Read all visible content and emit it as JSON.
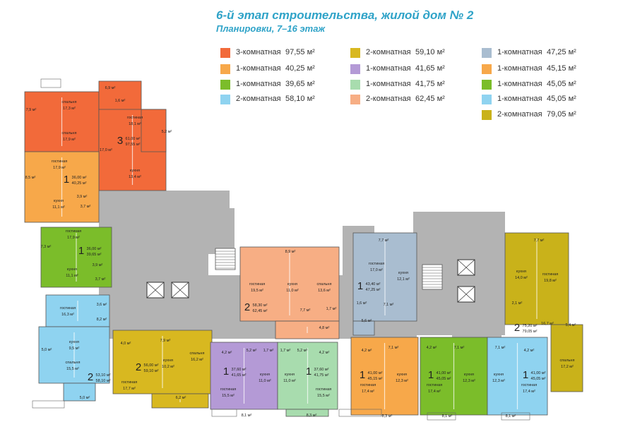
{
  "header": {
    "title": "6-й этап строительства, жилой дом № 2",
    "subtitle": "Планировки, 7–16 этаж"
  },
  "legend": [
    {
      "rooms": "3-комнатная",
      "area": "97,55 м²",
      "color": "#f26a3a"
    },
    {
      "rooms": "1-комнатная",
      "area": "40,25 м²",
      "color": "#f7a84a"
    },
    {
      "rooms": "1-комнатная",
      "area": "39,65 м²",
      "color": "#7bbd2a"
    },
    {
      "rooms": "2-комнатная",
      "area": "58,10 м²",
      "color": "#8fd3f0"
    },
    {
      "rooms": "2-комнатная",
      "area": "59,10 м²",
      "color": "#d8b820"
    },
    {
      "rooms": "1-комнатная",
      "area": "41,65 м²",
      "color": "#b49ad6"
    },
    {
      "rooms": "1-комнатная",
      "area": "41,75 м²",
      "color": "#a8dcae"
    },
    {
      "rooms": "2-комнатная",
      "area": "62,45 м²",
      "color": "#f7ae84"
    },
    {
      "rooms": "1-комнатная",
      "area": "47,25 м²",
      "color": "#a9bdd0"
    },
    {
      "rooms": "1-комнатная",
      "area": "45,15 м²",
      "color": "#f7a84a"
    },
    {
      "rooms": "1-комнатная",
      "area": "45,05 м²",
      "color": "#7bbd2a"
    },
    {
      "rooms": "1-комнатная",
      "area": "45,05 м²",
      "color": "#8fd3f0"
    },
    {
      "rooms": "2-комнатная",
      "area": "79,05 м²",
      "color": "#c9b21a"
    }
  ],
  "plan": {
    "common_color": "#b3b3b3",
    "apartments": [
      {
        "id": "a3-97",
        "color": "#f26a3a",
        "rooms_count": "3",
        "living": "61,00 м²",
        "total": "97,55 м²",
        "labels": [
          "6,9 м²",
          "1,6 м²",
          "7,9 м²",
          "спальня",
          "17,3 м²",
          "гостиная",
          "18,1 м²",
          "спальня",
          "17,9 м²",
          "5,2 м²",
          "17,0 м²",
          "кухня",
          "13,4 м²"
        ]
      },
      {
        "id": "a1-40",
        "color": "#f7a84a",
        "rooms_count": "1",
        "living": "36,00 м²",
        "total": "40,25 м²",
        "labels": [
          "гостиная",
          "17,9 м²",
          "8,5 м²",
          "кухня",
          "11,1 м²",
          "3,9 м²",
          "3,7 м²"
        ]
      },
      {
        "id": "a1-39",
        "color": "#7bbd2a",
        "rooms_count": "1",
        "living": "36,00 м²",
        "total": "39,65 м²",
        "labels": [
          "гостиная",
          "17,9 м²",
          "7,3 м²",
          "кухня",
          "11,1 м²",
          "3,9 м²",
          "3,7 м²"
        ]
      },
      {
        "id": "a2-58",
        "color": "#8fd3f0",
        "rooms_count": "2",
        "living": "53,10 м²",
        "total": "58,10 м²",
        "labels": [
          "гостиная",
          "16,3 м²",
          "3,6 м²",
          "8,2 м²",
          "кухня",
          "9,5 м²",
          "5,0 м²",
          "спальня",
          "15,5 м²",
          "5,0 м²"
        ]
      },
      {
        "id": "a2-59",
        "color": "#d8b820",
        "rooms_count": "2",
        "living": "56,00 м²",
        "total": "59,10 м²",
        "labels": [
          "4,0 м²",
          "7,9 м²",
          "кухня",
          "10,2 м²",
          "спальня",
          "16,2 м²",
          "гостиная",
          "17,7 м²",
          "6,2 м²"
        ]
      },
      {
        "id": "a1-41-65",
        "color": "#b49ad6",
        "rooms_count": "1",
        "living": "37,60 м²",
        "total": "41,65 м²",
        "labels": [
          "4,2 м²",
          "5,2 м²",
          "1,7 м²",
          "кухня",
          "11,0 м²",
          "гостиная",
          "15,5 м²",
          "8,1 м²"
        ]
      },
      {
        "id": "a1-41-75",
        "color": "#a8dcae",
        "rooms_count": "1",
        "living": "37,60 м²",
        "total": "41,75 м²",
        "labels": [
          "1,7 м²",
          "5,2 м²",
          "4,2 м²",
          "кухня",
          "11,0 м²",
          "гостиная",
          "15,5 м²",
          "8,3 м²"
        ]
      },
      {
        "id": "a2-62",
        "color": "#f7ae84",
        "rooms_count": "2",
        "living": "58,30 м²",
        "total": "62,45 м²",
        "labels": [
          "8,9 м²",
          "гостиная",
          "19,5 м²",
          "кухня",
          "11,0 м²",
          "спальня",
          "13,6 м²",
          "7,7 м²",
          "1,7 м²",
          "4,8 м²"
        ]
      },
      {
        "id": "a1-47",
        "color": "#a9bdd0",
        "rooms_count": "1",
        "living": "43,40 м²",
        "total": "47,25 м²",
        "labels": [
          "7,7 м²",
          "гостиная",
          "17,0 м²",
          "кухня",
          "12,1 м²",
          "1,6 м²",
          "7,1 м²",
          "5,6 м²"
        ]
      },
      {
        "id": "a1-45-15",
        "color": "#f7a84a",
        "rooms_count": "1",
        "living": "41,00 м²",
        "total": "45,15 м²",
        "labels": [
          "4,2 м²",
          "7,1 м²",
          "кухня",
          "12,3 м²",
          "гостиная",
          "17,4 м²",
          "8,3 м²"
        ]
      },
      {
        "id": "a1-45-05g",
        "color": "#7bbd2a",
        "rooms_count": "1",
        "living": "41,00 м²",
        "total": "45,05 м²",
        "labels": [
          "4,2 м²",
          "7,1 м²",
          "кухня",
          "12,3 м²",
          "гостиная",
          "17,4 м²",
          "8,1 м²"
        ]
      },
      {
        "id": "a1-45-05b",
        "color": "#8fd3f0",
        "rooms_count": "1",
        "living": "41,00 м²",
        "total": "45,05 м²",
        "labels": [
          "7,1 м²",
          "4,2 м²",
          "кухня",
          "12,3 м²",
          "гостиная",
          "17,4 м²",
          "8,1 м²"
        ]
      },
      {
        "id": "a2-79",
        "color": "#c9b21a",
        "rooms_count": "2",
        "living": "75,20 м²",
        "total": "79,05 м²",
        "labels": [
          "7,7 м²",
          "кухня",
          "14,0 м²",
          "гостиная",
          "19,8 м²",
          "2,1 м²",
          "16,7 м²",
          "5,4 м²",
          "спальня",
          "17,2 м²"
        ]
      }
    ]
  }
}
